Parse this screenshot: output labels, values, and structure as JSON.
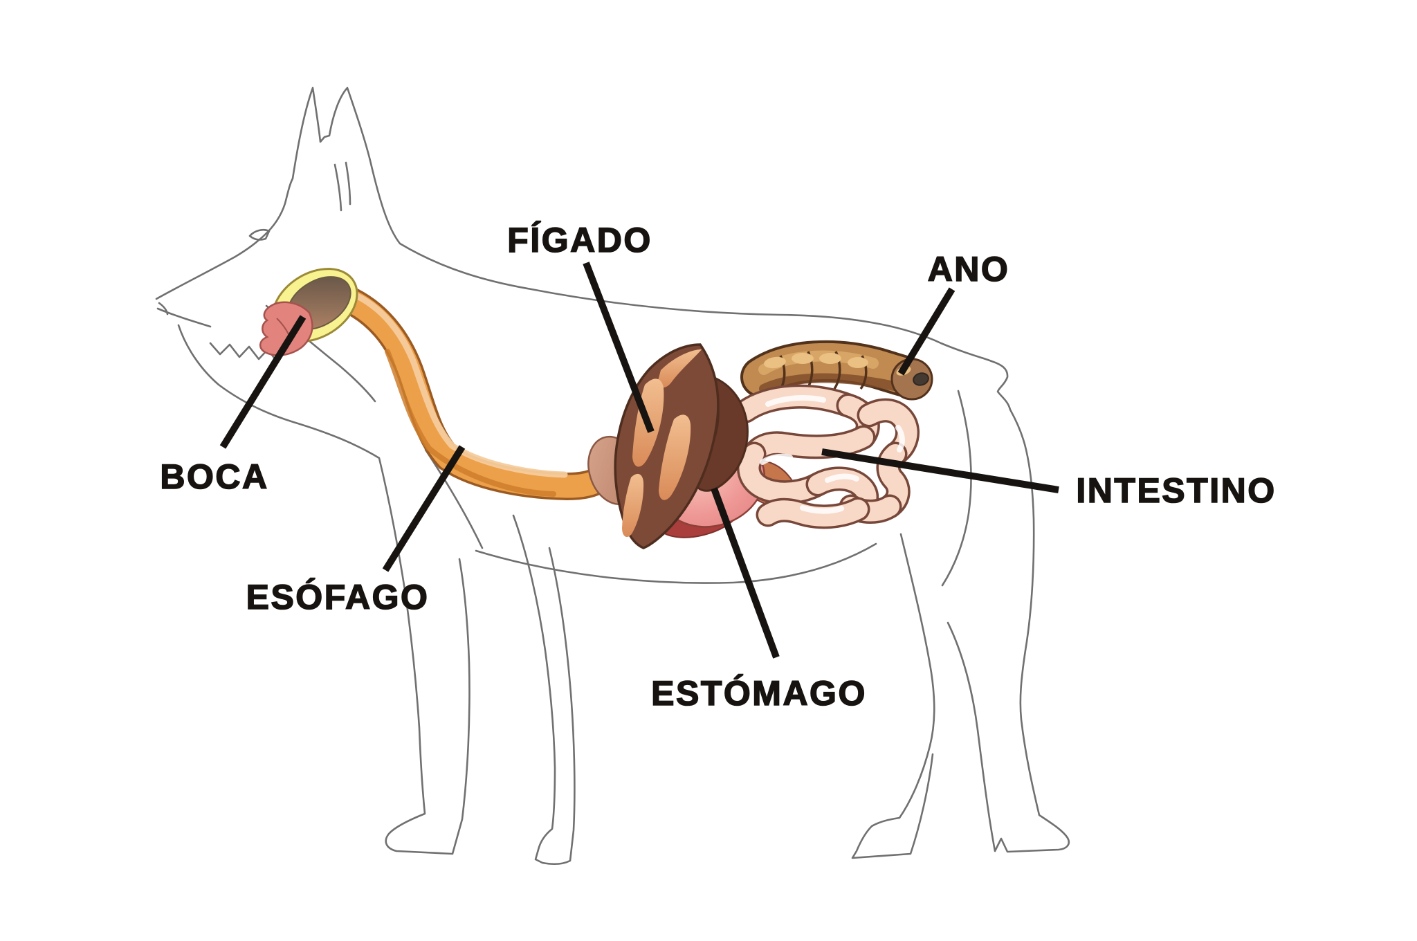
{
  "diagram": {
    "title_semantic": "dog digestive system diagram",
    "background": "#FFFFFF",
    "labels": {
      "boca": "BOCA",
      "esofago": "ESÓFAGO",
      "figado": "FÍGADO",
      "estomago": "ESTÓMAGO",
      "intestino": "INTESTINO",
      "ano": "ANO"
    },
    "colors": {
      "background": "#FFFFFF",
      "leader": "#171310",
      "outline": "#707070",
      "esophagus": "#EDA04A",
      "esophagus_outline": "#9A5A22",
      "esophagus_highlight": "#F6CC9C",
      "esophagus_shadow": "#CE7E2C",
      "mouth_rim": "#F9F290",
      "mouth_rim_outline": "#9B8A38",
      "mouth_dark": "#5E5044",
      "mouth_light": "#BC8A6A",
      "tongue": "#E2837E",
      "tongue_outline": "#A5524D",
      "cardia": "#C99079",
      "cardia_outline": "#8A5844",
      "liver": "#7C4A37",
      "liver_back": "#69392A",
      "liver_outline": "#4E2D1F",
      "liver_streak_light": "#F2BE90",
      "liver_streak_deep": "#D98B58",
      "stomach": "#EE9795",
      "stomach_light": "#F7C3BA",
      "stomach_dark": "#A93E3C",
      "stomach_outline": "#8E4038",
      "pylorus": "#C5764B",
      "small_intestine": "#F8D8C6",
      "small_intestine_outline": "#77473A",
      "colon": "#C08A50",
      "colon_outline": "#53321C",
      "colon_highlight": "#D9A768",
      "colon_shadow": "#7C4A28",
      "colon_spot": "#EBC083",
      "anus_ball": "#A4744F",
      "anus": "#453A31"
    }
  }
}
